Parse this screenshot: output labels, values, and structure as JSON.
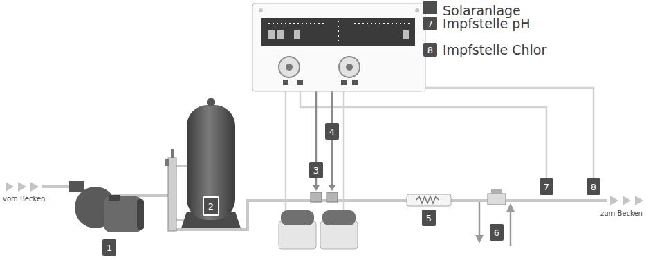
{
  "diagram": {
    "labels": [
      "Solaranlage",
      "7",
      "Impfstelle pH",
      "8",
      "Impfstelle Chlor",
      "1",
      "2",
      "3",
      "4",
      "5",
      "6",
      "7",
      "8",
      "vom Becken",
      "zum Becken"
    ]
  }
}
